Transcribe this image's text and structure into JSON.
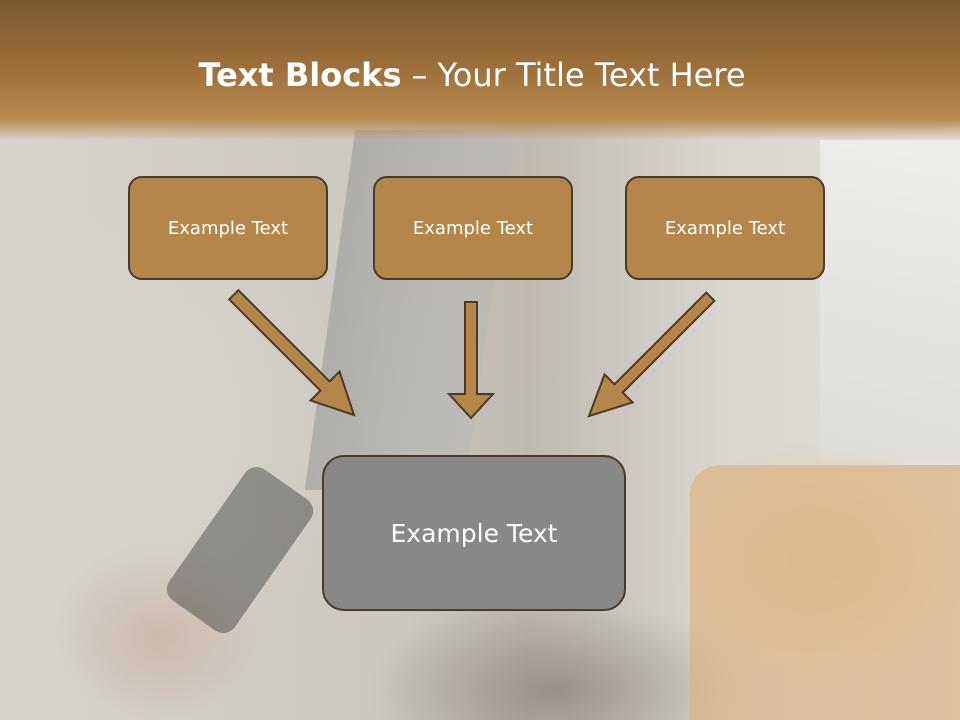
{
  "slide": {
    "title_bold": "Text Blocks",
    "title_dash": "–",
    "title_rest": "Your Title Text Here",
    "blocks": [
      {
        "label": "Example Text"
      },
      {
        "label": "Example Text"
      },
      {
        "label": "Example Text"
      }
    ],
    "main_block": {
      "label": "Example Text"
    }
  },
  "colors": {
    "title_bar": "#9b6d3a",
    "block_fill": "#b48649",
    "main_fill": "#888888",
    "border": "#4a3a27"
  }
}
